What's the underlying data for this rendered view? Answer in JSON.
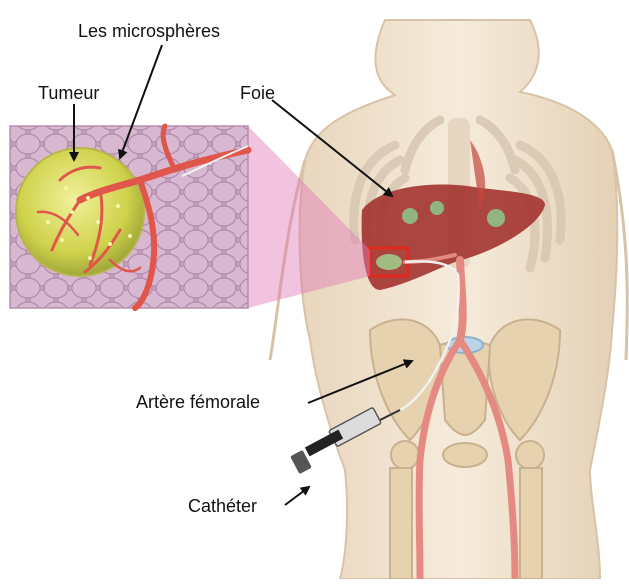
{
  "labels": {
    "microspheres": "Les microsphères",
    "tumor": "Tumeur",
    "liver": "Foie",
    "femoral_artery": "Artère fémorale",
    "catheter": "Cathéter"
  },
  "colors": {
    "skin": "#efe1cc",
    "skin_edge": "#d8c3a6",
    "bone": "#e7d2b0",
    "liver": "#a3332f",
    "artery": "#e58a82",
    "tumor": "#c8d04a",
    "inset_bg": "#c9a9c4",
    "highlight_box": "#e0281c",
    "magnify_beam": "#e07ab6"
  }
}
